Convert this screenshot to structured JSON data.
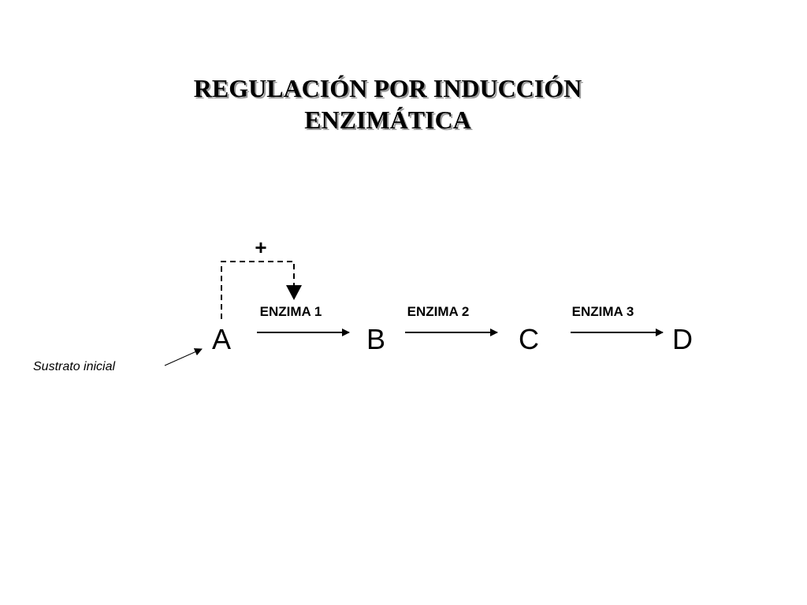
{
  "slide": {
    "title_line1": "REGULACIÓN POR INDUCCIÓN",
    "title_line2": "ENZIMÁTICA"
  },
  "diagram": {
    "nodes": [
      "A",
      "B",
      "C",
      "D"
    ],
    "enzymes": [
      "ENZIMA 1",
      "ENZIMA 2",
      "ENZIMA 3"
    ],
    "feedback_sign": "+",
    "substrate_label": "Sustrato inicial"
  },
  "colors": {
    "ink": "#000000",
    "title_shadow": "#9a9a9a",
    "background": "#ffffff"
  }
}
